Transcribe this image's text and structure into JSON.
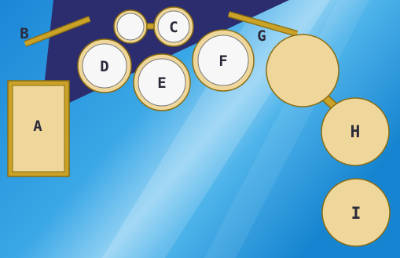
{
  "colors": {
    "bg_blue": "#1f8fd8",
    "bg_light": "#9fd4f2",
    "bg_dark_purple": "#2c2d6e",
    "gold_rim": "#c9a227",
    "gold_dark": "#8a6d10",
    "cream": "#efd79c",
    "drum_head_white": "#f7f7f7",
    "label_text": "#2a2a3a"
  },
  "labels": {
    "A": "A",
    "B": "B",
    "C": "C",
    "D": "D",
    "E": "E",
    "F": "F",
    "G": "G",
    "H": "H",
    "I": "I"
  }
}
